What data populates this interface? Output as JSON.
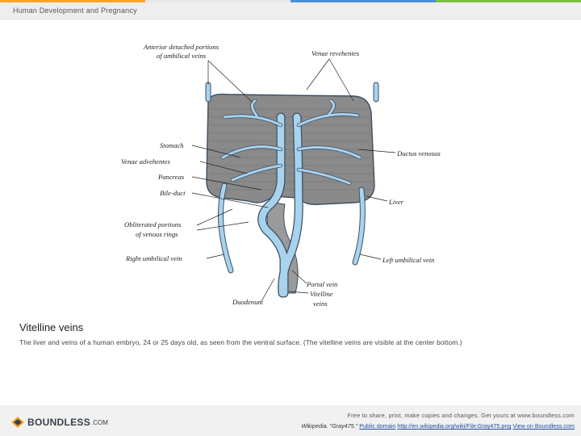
{
  "header": {
    "title": "Human Development and Pregnancy",
    "stripe_colors": [
      "#f5a623",
      "#e8e8e8",
      "#4a90d9",
      "#7ac143"
    ]
  },
  "figure": {
    "labels": {
      "anterior": [
        "Anterior detached portions",
        "of umbilical veins"
      ],
      "venae_revehentes": "Venae revehentes",
      "stomach": "Stomach",
      "venae_advehentes": "Venae advehentes",
      "pancreas": "Pancreas",
      "bile_duct": "Bile-duct",
      "obliterated": [
        "Obliterated portions",
        "of venous rings"
      ],
      "right_umbilical": "Right umbilical vein",
      "duodenum": "Duodenum",
      "ductus_venosus": "Ductus venosus",
      "liver": "Liver",
      "left_umbilical": "Left umbilical vein",
      "portal_vein": "Portal vein",
      "vitelline": [
        "Vitelline",
        "veins"
      ]
    },
    "colors": {
      "vein": "#a9d2ee",
      "liver": "#8a8a8a",
      "outline": "#3b4f63"
    }
  },
  "caption": {
    "title": "Vitelline veins",
    "text": "The liver and veins of a human embryo, 24 or 25 days old, as seen from the ventral surface. (The vitelline veins are visible at the center bottom.)"
  },
  "footer": {
    "logo_word": "BOUNDLESS",
    "logo_com": ".COM",
    "line1": "Free to share, print, make copies and changes. Get yours at www.boundless.com",
    "source": "Wikipedia. \"Gray475.\" ",
    "license": "Public domain",
    "link": "http://en.wikipedia.org/wiki/File:Gray475.png",
    "view": "View on Boundless.com"
  }
}
